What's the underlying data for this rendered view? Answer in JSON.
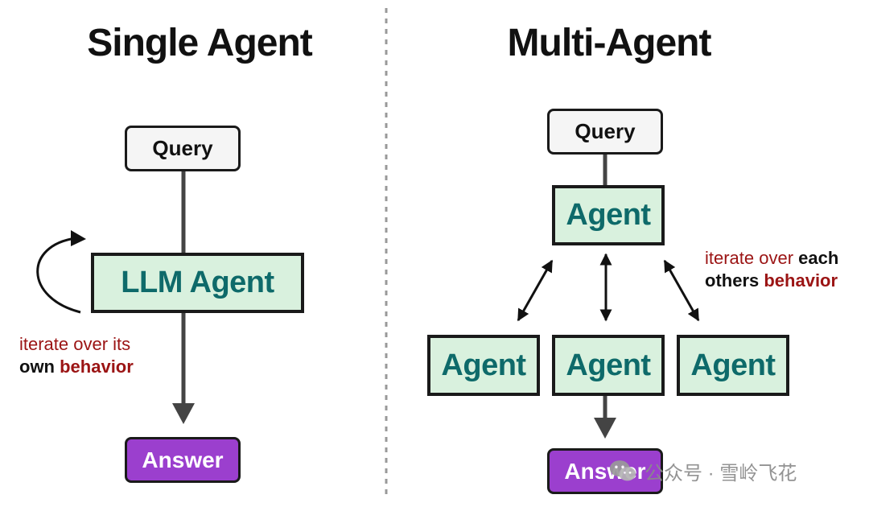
{
  "left_panel": {
    "title": "Single Agent",
    "query_label": "Query",
    "agent_label": "LLM Agent",
    "answer_label": "Answer",
    "note_line1": "iterate over its",
    "note_line2_part1": "own ",
    "note_line2_part2": "behavior"
  },
  "right_panel": {
    "title": "Multi-Agent",
    "query_label": "Query",
    "top_agent_label": "Agent",
    "bottom_agent_labels": [
      "Agent",
      "Agent",
      "Agent"
    ],
    "answer_label": "Answer",
    "note_line1_part1": "iterate over ",
    "note_line1_part2": "each",
    "note_line2_part1": "others ",
    "note_line2_part2": "behavior"
  },
  "watermark": {
    "text": "公众号 · 雪岭飞花",
    "icon": "wechat-icon"
  },
  "colors": {
    "agent_fill": "#d9f1de",
    "agent_text": "#0e6a6a",
    "answer_fill": "#9b3fce",
    "query_fill": "#f5f5f5",
    "note_red": "#9b1414",
    "line": "#444444"
  }
}
